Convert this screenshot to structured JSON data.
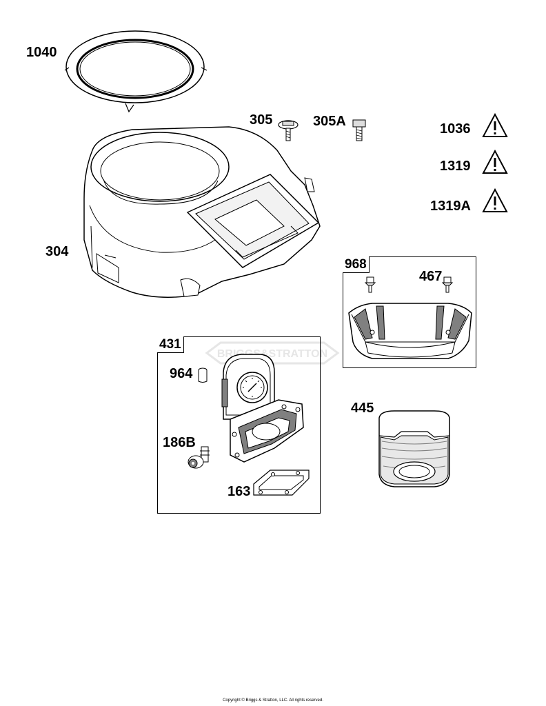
{
  "parts": [
    {
      "id": "ring",
      "label": "1040"
    },
    {
      "id": "housing",
      "label": "304"
    },
    {
      "id": "bolt",
      "label": "305"
    },
    {
      "id": "screw",
      "label": "305A"
    },
    {
      "id": "warning1",
      "label": "1036"
    },
    {
      "id": "warning2",
      "label": "1319"
    },
    {
      "id": "warning3",
      "label": "1319A"
    },
    {
      "id": "filter",
      "label": "445"
    }
  ],
  "kit_968": {
    "label": "968",
    "fastener_label": "467"
  },
  "kit_431": {
    "label": "431",
    "items": [
      {
        "label": "964"
      },
      {
        "label": "186B"
      },
      {
        "label": "163"
      }
    ]
  },
  "watermark": "BRIGGS&STRATTON",
  "copyright": "Copyright © Briggs & Stratton, LLC. All rights reserved.",
  "colors": {
    "line": "#000000",
    "shade": "#808080",
    "light": "#c8c8c8",
    "watermark": "#e6e6e6"
  },
  "icons": [
    "warning-triangle-icon"
  ]
}
